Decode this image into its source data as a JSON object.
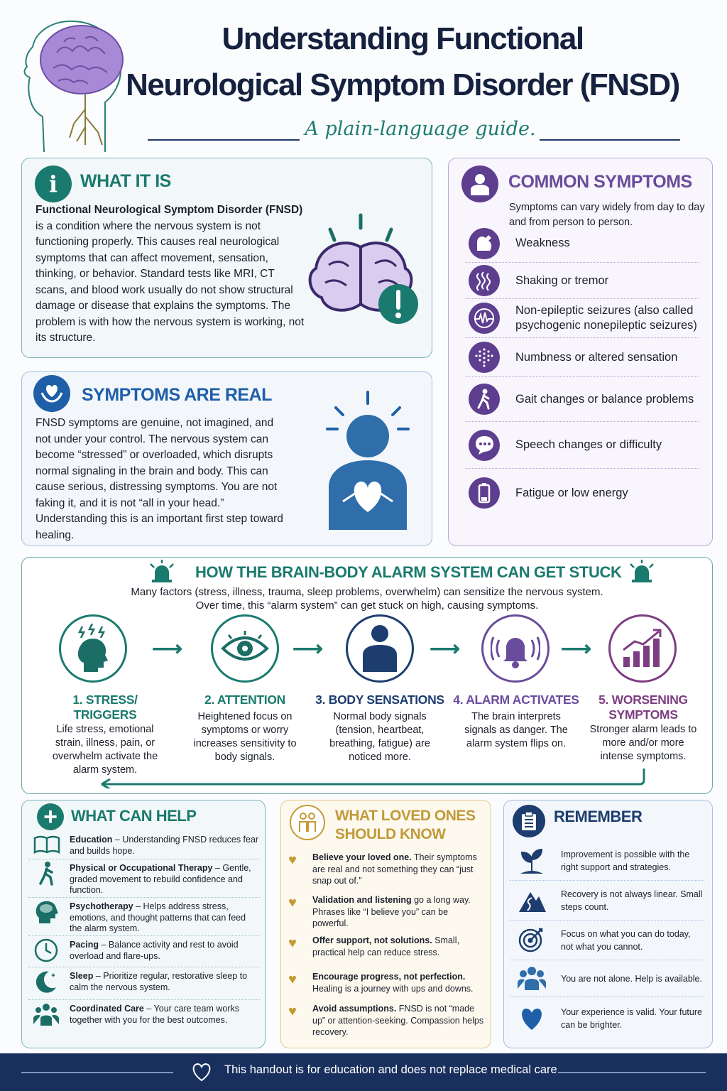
{
  "header": {
    "title_line1": "Understanding Functional",
    "title_line2": "Neurological Symptom Disorder (FNSD)",
    "subtitle": "A plain-language guide."
  },
  "what_it_is": {
    "title": "WHAT IT IS",
    "lead": "Functional Neurological Symptom Disorder (FNSD)",
    "body": "is a condition where the nervous system is not functioning properly. This causes real neurological symptoms that can affect movement, sensation, thinking, or behavior. Standard tests like MRI, CT scans, and blood work usually do not show structural damage or disease that explains the symptoms. The problem is with how the nervous system is working, not its structure."
  },
  "symptoms_real": {
    "title": "SYMPTOMS ARE REAL",
    "body": "FNSD symptoms are genuine, not imagined, and not under your control. The nervous system can become “stressed” or overloaded, which disrupts normal signaling in the brain and body. This can cause serious, distressing symptoms. You are not faking it, and it is not “all in your head.” Understanding this is an important first step toward healing."
  },
  "common_symptoms": {
    "title": "COMMON SYMPTOMS",
    "intro": "Symptoms can vary widely from day to day and from person to person.",
    "items": [
      {
        "label": "Weakness",
        "icon": "arm-muscle-icon"
      },
      {
        "label": "Shaking or tremor",
        "icon": "tremor-icon"
      },
      {
        "label": "Non-epileptic seizures (also called psychogenic nonepileptic seizures)",
        "icon": "brain-wave-icon"
      },
      {
        "label": "Numbness or altered sensation",
        "icon": "tingling-dots-icon"
      },
      {
        "label": "Gait changes or balance problems",
        "icon": "walking-person-icon"
      },
      {
        "label": "Speech changes or difficulty",
        "icon": "speech-bubble-icon"
      },
      {
        "label": "Fatigue or low energy",
        "icon": "low-battery-icon"
      }
    ]
  },
  "alarm": {
    "title": "HOW THE BRAIN-BODY ALARM SYSTEM CAN GET STUCK",
    "intro_line1": "Many factors (stress, illness, trauma, sleep problems, overwhelm) can sensitize the nervous system.",
    "intro_line2": "Over time, this “alarm system” can get stuck on high, causing symptoms.",
    "steps": [
      {
        "title": "1. STRESS/ TRIGGERS",
        "desc": "Life stress, emotional strain, illness, pain, or overwhelm activate the alarm system.",
        "color": "#1b7a6e"
      },
      {
        "title": "2. ATTENTION",
        "desc": "Heightened focus on symptoms or worry increases sensitivity to body signals.",
        "color": "#1b7a6e"
      },
      {
        "title": "3. BODY SENSATIONS",
        "desc": "Normal body signals (tension, heartbeat, breathing, fatigue) are noticed more.",
        "color": "#1d3d6e"
      },
      {
        "title": "4. ALARM ACTIVATES",
        "desc": "The brain interprets signals as danger. The alarm system flips on.",
        "color": "#6a4c9c"
      },
      {
        "title": "5. WORSENING SYMPTOMS",
        "desc": "Stronger alarm leads to more and/or more intense symptoms.",
        "color": "#7d3d82"
      }
    ]
  },
  "what_can_help": {
    "title": "WHAT CAN HELP",
    "items": [
      {
        "bold": "Education",
        "text": " – Understanding FNSD reduces fear and builds hope.",
        "icon": "book-icon"
      },
      {
        "bold": "Physical or Occupational Therapy",
        "text": " – Gentle, graded movement to rebuild confidence and function.",
        "icon": "walking-person-icon"
      },
      {
        "bold": "Psychotherapy",
        "text": " – Helps address stress, emotions, and thought patterns that can feed the alarm system.",
        "icon": "head-brain-icon"
      },
      {
        "bold": "Pacing",
        "text": " – Balance activity and rest to avoid overload and flare-ups.",
        "icon": "clock-icon"
      },
      {
        "bold": "Sleep",
        "text": " – Prioritize regular, restorative sleep to calm the nervous system.",
        "icon": "moon-stars-icon"
      },
      {
        "bold": "Coordinated Care",
        "text": " – Your care team works together with you for the best outcomes.",
        "icon": "team-icon"
      }
    ]
  },
  "loved_ones": {
    "title_line1": "WHAT LOVED ONES",
    "title_line2": "SHOULD KNOW",
    "items": [
      {
        "bold": "Believe your loved one.",
        "text": " Their symptoms are real and not something they can “just snap out of.”"
      },
      {
        "bold": "Validation and listening",
        "text": " go a long way. Phrases like “I believe you” can be powerful."
      },
      {
        "bold": "Offer support, not solutions.",
        "text": " Small, practical help can reduce stress."
      },
      {
        "bold": "Encourage progress, not perfection.",
        "text": " Healing is a journey with ups and downs."
      },
      {
        "bold": "Avoid assumptions.",
        "text": " FNSD is not “made up” or attention-seeking. Compassion helps recovery."
      }
    ]
  },
  "remember": {
    "title": "REMEMBER",
    "items": [
      {
        "text": "Improvement is possible with the right support and strategies.",
        "icon": "sprout-icon"
      },
      {
        "text": "Recovery is not always linear. Small steps count.",
        "icon": "mountain-path-icon"
      },
      {
        "text": "Focus on what you can do today, not what you cannot.",
        "icon": "target-icon"
      },
      {
        "text": "You are not alone. Help is available.",
        "icon": "people-icon"
      },
      {
        "text": "Your experience is valid. Your future can be brighter.",
        "icon": "heart-icon"
      }
    ]
  },
  "footer": {
    "text": "This handout is for education and does not replace medical care."
  }
}
